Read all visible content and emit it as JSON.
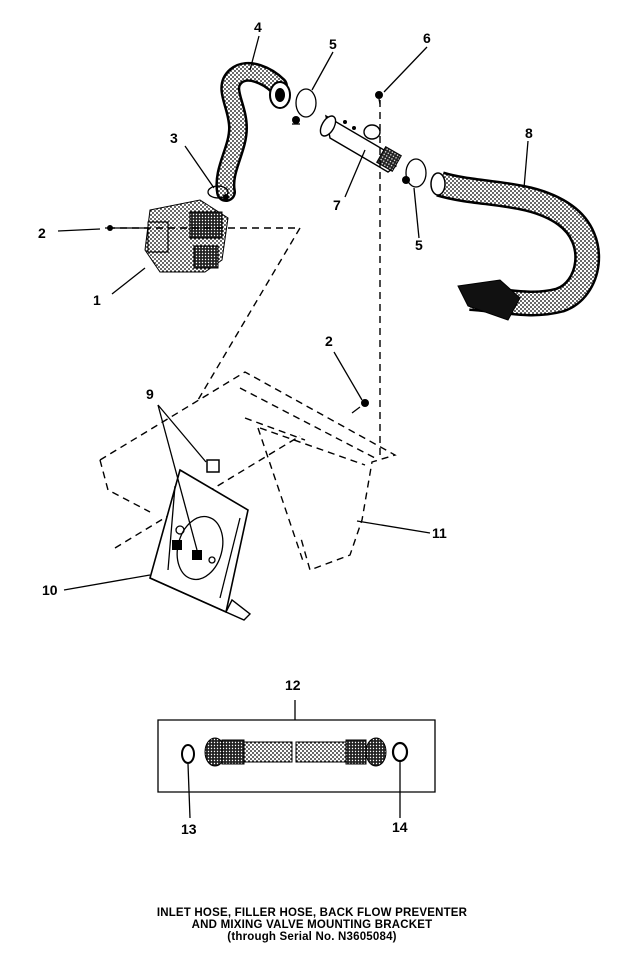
{
  "diagram": {
    "callouts": {
      "c1": "1",
      "c2a": "2",
      "c2b": "2",
      "c3": "3",
      "c4": "4",
      "c5a": "5",
      "c5b": "5",
      "c6": "6",
      "c7": "7",
      "c8": "8",
      "c9": "9",
      "c10": "10",
      "c11": "11",
      "c12": "12",
      "c13": "13",
      "c14": "14"
    },
    "caption": {
      "line1": "INLET HOSE, FILLER HOSE, BACK FLOW PREVENTER",
      "line2": "AND MIXING VALVE MOUNTING BRACKET",
      "line3": "(through Serial No. N3605084)"
    }
  }
}
